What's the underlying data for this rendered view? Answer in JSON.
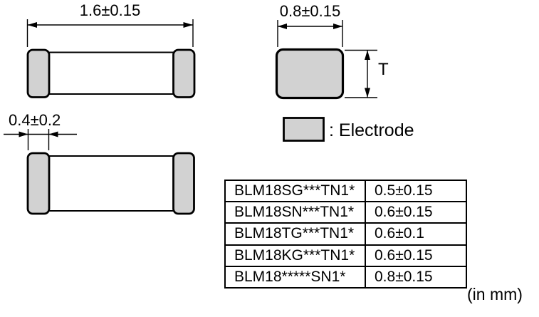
{
  "views": {
    "side_view": {
      "length_dimension": "1.6±0.15"
    },
    "bottom_view": {
      "electrode_width_dimension": "0.4±0.2"
    },
    "end_view": {
      "width_dimension": "0.8±0.15",
      "thickness_symbol": "T"
    }
  },
  "legend": {
    "label": ": Electrode"
  },
  "thickness_table": {
    "rows": [
      {
        "part": "BLM18SG***TN1*",
        "thickness": "0.5±0.15"
      },
      {
        "part": "BLM18SN***TN1*",
        "thickness": "0.6±0.15"
      },
      {
        "part": "BLM18TG***TN1*",
        "thickness": "0.6±0.1"
      },
      {
        "part": "BLM18KG***TN1*",
        "thickness": "0.6±0.15"
      },
      {
        "part": "BLM18*****SN1*",
        "thickness": "0.8±0.15"
      }
    ]
  },
  "unit_note": "(in mm)",
  "colors": {
    "electrode_fill": "#d2d2d2",
    "line": "#000000",
    "background": "#ffffff"
  }
}
